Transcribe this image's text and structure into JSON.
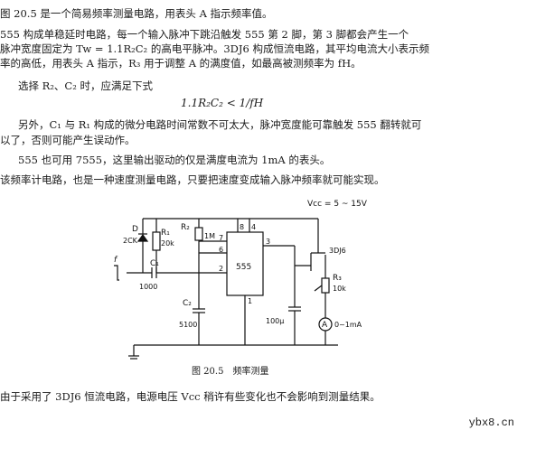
{
  "paragraphs": [
    "图 20.5 是一个简易频率测量电路，用表头 A 指示频率值。",
    "555 构成单稳延时电路，每一个输入脉冲下跳沿触发 555 第 2 脚，第 3 脚都会产生一个",
    "脉冲宽度固定为 Tw = 1.1R₂C₂ 的高电平脉冲。3DJ6 构成恒流电路，其平均电流大小表示频",
    "率的高低，用表头 A 指示，R₃ 用于调整 A 的满度值，如最高被测频率为 fH。",
    "选择 R₂、C₂ 时，应满足下式",
    "另外，C₁ 与 R₁ 构成的微分电路时间常数不可太大，脉冲宽度能可靠触发 555 翻转就可",
    "以了，否则可能产生误动作。",
    "555 也可用 7555，这里输出驱动的仅是满度电流为 1mA 的表头。",
    "该频率计电路，也是一种速度测量电路，只要把速度变成输入脉冲频率就可能实现。"
  ],
  "formula": "1.1R₂C₂ < 1/fH",
  "circuit": {
    "vcc": "Vcc = 5 ~ 15V",
    "diode": "D",
    "diode_part": "2CK",
    "r1": "R₁",
    "r1_val": "20k",
    "r2": "R₂",
    "r2_val": "1M",
    "chip": "555",
    "pin7": "7",
    "pin6": "6",
    "pin2": "2",
    "pin3": "3",
    "pin1": "1",
    "pin8": "8",
    "pin4": "4",
    "input_symbol": "f",
    "c1": "C₁",
    "c1_val": "1000",
    "c2": "C₂",
    "c2_val": "5100",
    "c3_val": "100μ",
    "transistor": "3DJ6",
    "r3": "R₃",
    "r3_val": "10k",
    "meter": "A",
    "meter_range": "0~1mA"
  },
  "caption": "图 20.5　频率测量",
  "footer": "由于采用了 3DJ6 恒流电路，电源电压 Vcc 稍许有些变化也不会影响到测量结果。",
  "watermark": "ybx8.cn"
}
